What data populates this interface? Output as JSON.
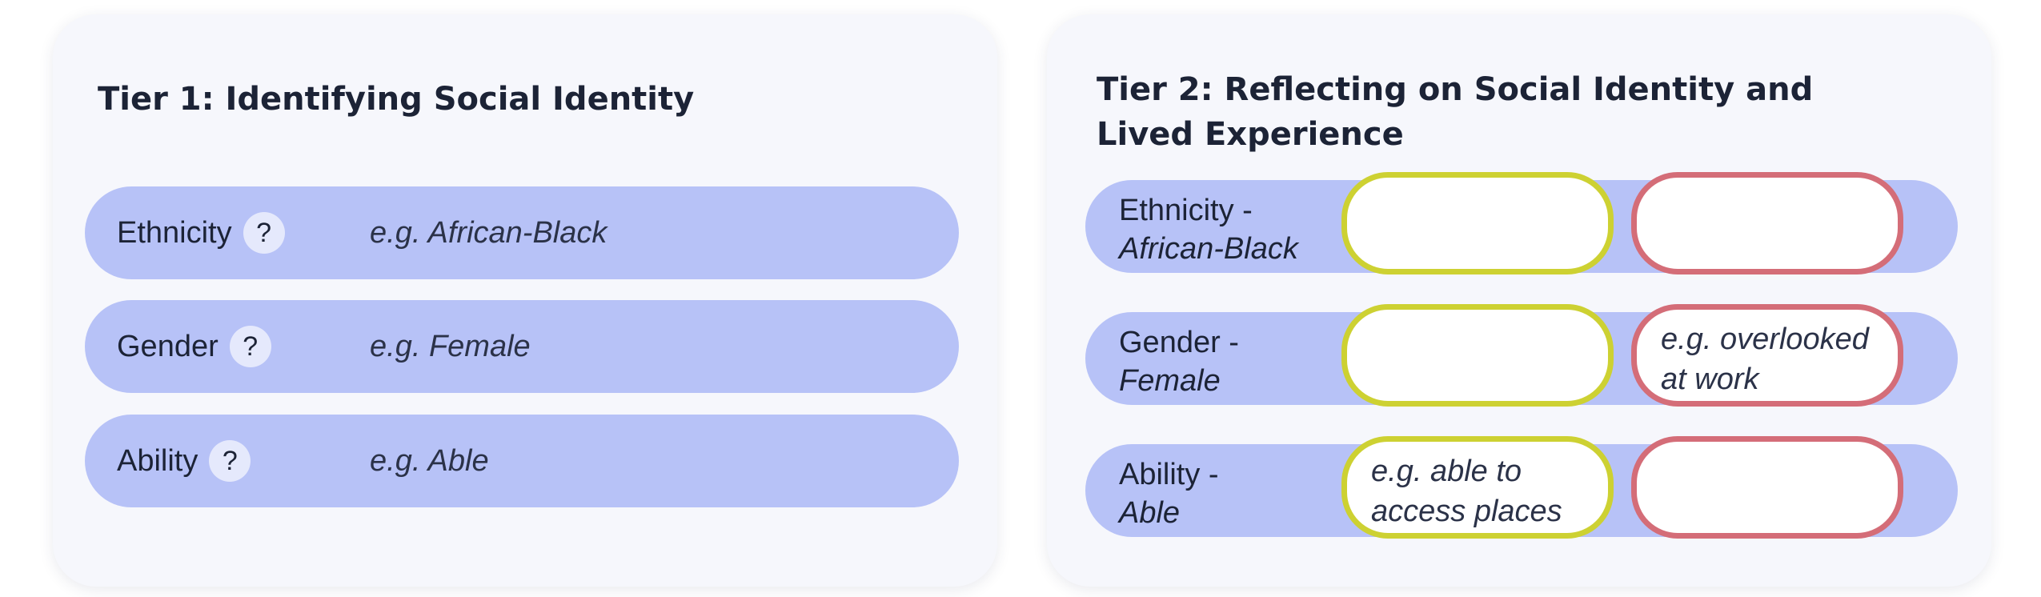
{
  "tier1": {
    "title": "Tier 1: Identifying Social Identity",
    "rows": [
      {
        "label": "Ethnicity",
        "help": "?",
        "example": "e.g. African-Black"
      },
      {
        "label": "Gender",
        "help": "?",
        "example": "e.g. Female"
      },
      {
        "label": "Ability",
        "help": "?",
        "example": "e.g. Able"
      }
    ]
  },
  "tier2": {
    "title": "Tier 2: Reflecting on Social Identity and Lived Experience",
    "rows": [
      {
        "label": "Ethnicity -",
        "value": "African-Black",
        "positive": "",
        "negative": ""
      },
      {
        "label": "Gender -",
        "value": "Female",
        "positive": "",
        "negative": "e.g. overlooked at work"
      },
      {
        "label": "Ability -",
        "value": "Able",
        "positive": "e.g. able to access places",
        "negative": ""
      }
    ]
  },
  "colors": {
    "row_fill": "#b7c2f7",
    "positive_border": "#cdd132",
    "negative_border": "#d46d78"
  }
}
